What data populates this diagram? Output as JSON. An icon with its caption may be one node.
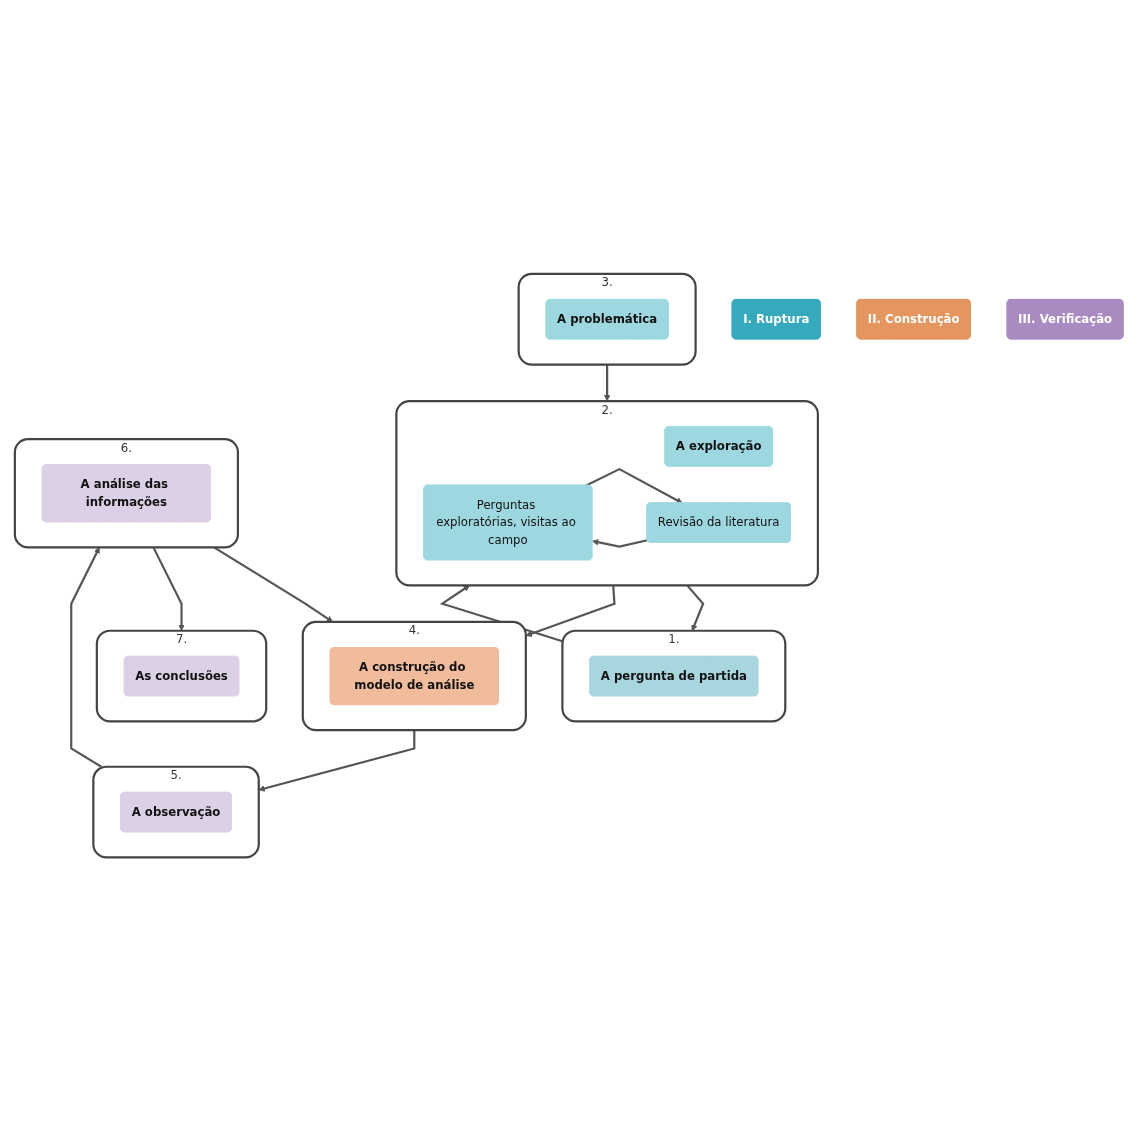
{
  "diagram": {
    "nodes": [
      {
        "text": [
          "I. Ruptura"
        ]
      },
      {
        "text": [
          "1."
        ]
      },
      {
        "text": [
          "A pergunta de partida"
        ],
        "in": 1
      },
      {
        "text": [
          "2."
        ]
      },
      {
        "text": [
          "A exploração"
        ],
        "in": 3
      },
      {
        "text": [
          "Revisão da literatura"
        ],
        "in": 3
      },
      {
        "text": [
          "Perguntas exploratórias, visitas ao campo"
        ],
        "in": 3
      },
      {
        "text": [
          "3."
        ]
      },
      {
        "text": [
          "A problemática"
        ],
        "in": 7
      },
      {
        "text": [
          "II. Construção"
        ]
      },
      {
        "text": [
          "4."
        ]
      },
      {
        "text": [
          "A construção do modelo de análise"
        ],
        "in": 10
      },
      {
        "text": [
          "III. Verificação"
        ]
      },
      {
        "text": [
          "5."
        ]
      },
      {
        "text": [
          "A observação"
        ],
        "in": 13
      },
      {
        "text": [
          "6."
        ]
      },
      {
        "text": [
          "A análise das informações"
        ],
        "in": 15
      },
      {
        "text": [
          "7."
        ]
      },
      {
        "text": [
          "As conclusões"
        ],
        "in": 17
      }
    ],
    "edges": [
      {
        "from": 1,
        "to": 3,
        "arrow": "to"
      },
      {
        "from": 3,
        "to": 1,
        "arrow": "to"
      },
      {
        "from": 6,
        "to": 5,
        "arrow": "to"
      },
      {
        "from": 5,
        "to": 6,
        "arrow": "to"
      },
      {
        "from": 7,
        "to": 3,
        "arrow": "to"
      },
      {
        "from": 3,
        "to": 10,
        "arrow": "to"
      },
      {
        "from": 10,
        "to": 13,
        "arrow": "to"
      },
      {
        "from": 15,
        "to": 10,
        "arrow": "to"
      },
      {
        "from": 13,
        "to": 15,
        "arrow": "to"
      },
      {
        "from": 15,
        "to": 17,
        "arrow": "to"
      }
    ]
  }
}
